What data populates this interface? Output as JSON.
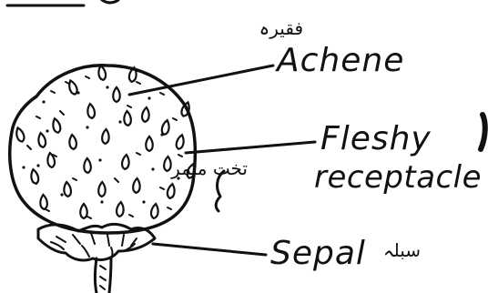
{
  "diagram": {
    "labels": {
      "achene": "Achene",
      "achene_urdu": "فقیرہ",
      "fleshy": "Fleshy",
      "receptacle": "receptacle",
      "receptacle_urdu": "تخت متمر",
      "sepal": "Sepal",
      "sepal_urdu": "سبلہ"
    },
    "colors": {
      "ink": "#111111",
      "paper": "#ffffff"
    }
  }
}
